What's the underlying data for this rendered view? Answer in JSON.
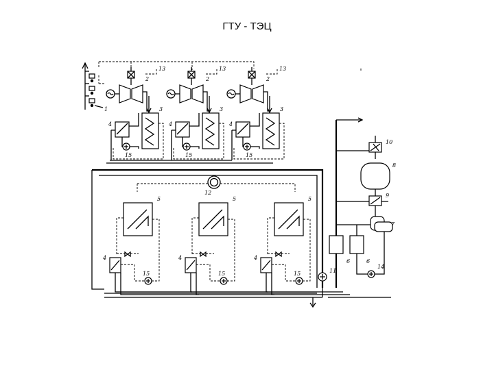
{
  "title": "ГТУ - ТЭЦ",
  "labels": {
    "n1": "1",
    "n2": "2",
    "n3": "3",
    "n4": "4",
    "n5": "5",
    "n6": "6",
    "n7": "7",
    "n8": "8",
    "n9": "9",
    "n10": "10",
    "n11": "11",
    "n12": "12",
    "n13": "13",
    "n14": "14",
    "n15": "15"
  }
}
